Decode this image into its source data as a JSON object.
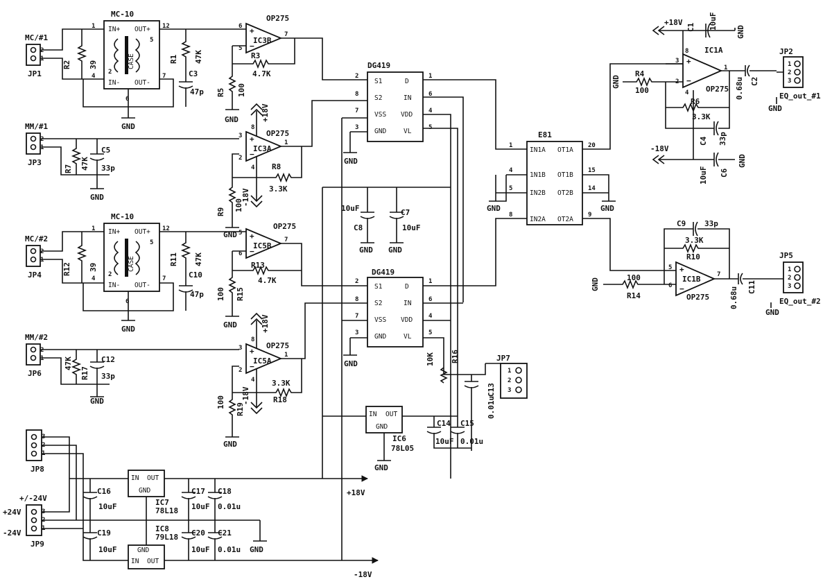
{
  "transformers": [
    {
      "id": "T1",
      "name": "MC-10",
      "in_plus": "IN+",
      "out_plus": "OUT+",
      "in_minus": "IN-",
      "out_minus": "OUT-",
      "case": "CASE",
      "pins": [
        "1",
        "12",
        "5",
        "2",
        "4",
        "7",
        "6"
      ]
    },
    {
      "id": "T2",
      "name": "MC-10",
      "in_plus": "IN+",
      "out_plus": "OUT+",
      "in_minus": "IN-",
      "out_minus": "OUT-",
      "case": "CASE",
      "pins": [
        "1",
        "12",
        "5",
        "2",
        "4",
        "7",
        "6"
      ]
    }
  ],
  "connectors": {
    "jp1": {
      "ref": "JP1",
      "title": "MC/#1",
      "pins": [
        "2",
        "1"
      ]
    },
    "jp3": {
      "ref": "JP3",
      "title": "MM/#1",
      "pins": [
        "2",
        "1"
      ]
    },
    "jp4": {
      "ref": "JP4",
      "title": "MC/#2",
      "pins": [
        "2",
        "1"
      ]
    },
    "jp6": {
      "ref": "JP6",
      "title": "MM/#2",
      "pins": [
        "2",
        "1"
      ]
    },
    "jp8": {
      "ref": "JP8",
      "pins": [
        "3",
        "2",
        "1"
      ]
    },
    "jp9": {
      "ref": "JP9",
      "title": "+/-24V",
      "pins": [
        "3",
        "2",
        "1"
      ],
      "label_pos": "+24V",
      "label_neg": "-24V"
    },
    "jp2": {
      "ref": "JP2",
      "title": "EQ_out_#1",
      "pins": [
        "1",
        "2",
        "3"
      ]
    },
    "jp5": {
      "ref": "JP5",
      "title": "EQ_out_#2",
      "pins": [
        "1",
        "2",
        "3"
      ]
    },
    "jp7": {
      "ref": "JP7",
      "pins": [
        "1",
        "2",
        "3"
      ]
    }
  },
  "opamps": [
    {
      "ref": "IC3B",
      "type": "OP275",
      "pins": [
        "6",
        "5",
        "7"
      ]
    },
    {
      "ref": "IC3A",
      "type": "OP275",
      "pins": [
        "3",
        "2",
        "1",
        "8",
        "4"
      ]
    },
    {
      "ref": "IC5B",
      "type": "OP275",
      "pins": [
        "5",
        "6",
        "7"
      ]
    },
    {
      "ref": "IC5A",
      "type": "OP275",
      "pins": [
        "3",
        "2",
        "1",
        "8",
        "4"
      ]
    },
    {
      "ref": "IC1A",
      "type": "OP275",
      "pins": [
        "3",
        "2",
        "1",
        "8",
        "4"
      ]
    },
    {
      "ref": "IC1B",
      "type": "OP275",
      "pins": [
        "5",
        "6",
        "7"
      ]
    }
  ],
  "switches": [
    {
      "type": "DG419",
      "pins": {
        "s1": "S1",
        "s2": "S2",
        "vss": "VSS",
        "gnd": "GND",
        "d": "D",
        "in": "IN",
        "vdd": "VDD",
        "vl": "VL"
      },
      "nums": [
        "2",
        "8",
        "7",
        "3",
        "1",
        "6",
        "4",
        "5"
      ]
    },
    {
      "type": "DG419",
      "pins": {
        "s1": "S1",
        "s2": "S2",
        "vss": "VSS",
        "gnd": "GND",
        "d": "D",
        "in": "IN",
        "vdd": "VDD",
        "vl": "VL"
      },
      "nums": [
        "2",
        "8",
        "7",
        "3",
        "1",
        "6",
        "4",
        "5"
      ]
    }
  ],
  "eq": {
    "name": "E81",
    "left": [
      "IN1A",
      "1N1B",
      "IN2B",
      "IN2A"
    ],
    "right": [
      "OT1A",
      "OT1B",
      "OT2B",
      "OT2A"
    ],
    "left_nums": [
      "1",
      "4",
      "5",
      "8"
    ],
    "right_nums": [
      "20",
      "15",
      "14",
      "9"
    ]
  },
  "regulators": [
    {
      "ref": "IC6",
      "value": "78L05",
      "in": "IN",
      "out": "OUT",
      "gnd": "GND"
    },
    {
      "ref": "IC7",
      "value": "78L18",
      "in": "IN",
      "out": "OUT",
      "gnd": "GND"
    },
    {
      "ref": "IC8",
      "value": "79L18",
      "in": "IN",
      "out": "OUT",
      "gnd": "GND"
    }
  ],
  "resistors": [
    {
      "ref": "R2",
      "value": "39"
    },
    {
      "ref": "R1",
      "value": "47K"
    },
    {
      "ref": "R3",
      "value": "4.7K"
    },
    {
      "ref": "R5",
      "value": "100"
    },
    {
      "ref": "R7",
      "value": "47K"
    },
    {
      "ref": "R8",
      "value": "3.3K"
    },
    {
      "ref": "R9",
      "value": "100"
    },
    {
      "ref": "R12",
      "value": "39"
    },
    {
      "ref": "R11",
      "value": "47K"
    },
    {
      "ref": "R13",
      "value": "4.7K"
    },
    {
      "ref": "R15",
      "value": "100"
    },
    {
      "ref": "R17",
      "value": "47K"
    },
    {
      "ref": "R18",
      "value": "3.3K"
    },
    {
      "ref": "R19",
      "value": "100"
    },
    {
      "ref": "R16",
      "value": "10K"
    },
    {
      "ref": "R4",
      "value": "100"
    },
    {
      "ref": "R6",
      "value": "3.3K"
    },
    {
      "ref": "R10",
      "value": "3.3K"
    },
    {
      "ref": "R14",
      "value": "100"
    }
  ],
  "capacitors": [
    {
      "ref": "C3",
      "value": "47p"
    },
    {
      "ref": "C5",
      "value": "33p"
    },
    {
      "ref": "C10",
      "value": "47p"
    },
    {
      "ref": "C12",
      "value": "33p"
    },
    {
      "ref": "C8",
      "value": "10uF"
    },
    {
      "ref": "C7",
      "value": "10uF"
    },
    {
      "ref": "C1",
      "value": "10uF"
    },
    {
      "ref": "C6",
      "value": "10uF"
    },
    {
      "ref": "C2",
      "value": "0.68u"
    },
    {
      "ref": "C4",
      "value": "33p"
    },
    {
      "ref": "C9",
      "value": "33p"
    },
    {
      "ref": "C11",
      "value": "0.68u"
    },
    {
      "ref": "C13",
      "value": "0.01u"
    },
    {
      "ref": "C14",
      "value": "10uF"
    },
    {
      "ref": "C15",
      "value": "0.01u"
    },
    {
      "ref": "C16",
      "value": "10uF"
    },
    {
      "ref": "C17",
      "value": "10uF"
    },
    {
      "ref": "C18",
      "value": "0.01u"
    },
    {
      "ref": "C19",
      "value": "10uF"
    },
    {
      "ref": "C20",
      "value": "10uF"
    },
    {
      "ref": "C21",
      "value": "0.01u"
    }
  ],
  "rails": {
    "pos": "+18V",
    "neg": "-18V",
    "gnd": "GND"
  }
}
